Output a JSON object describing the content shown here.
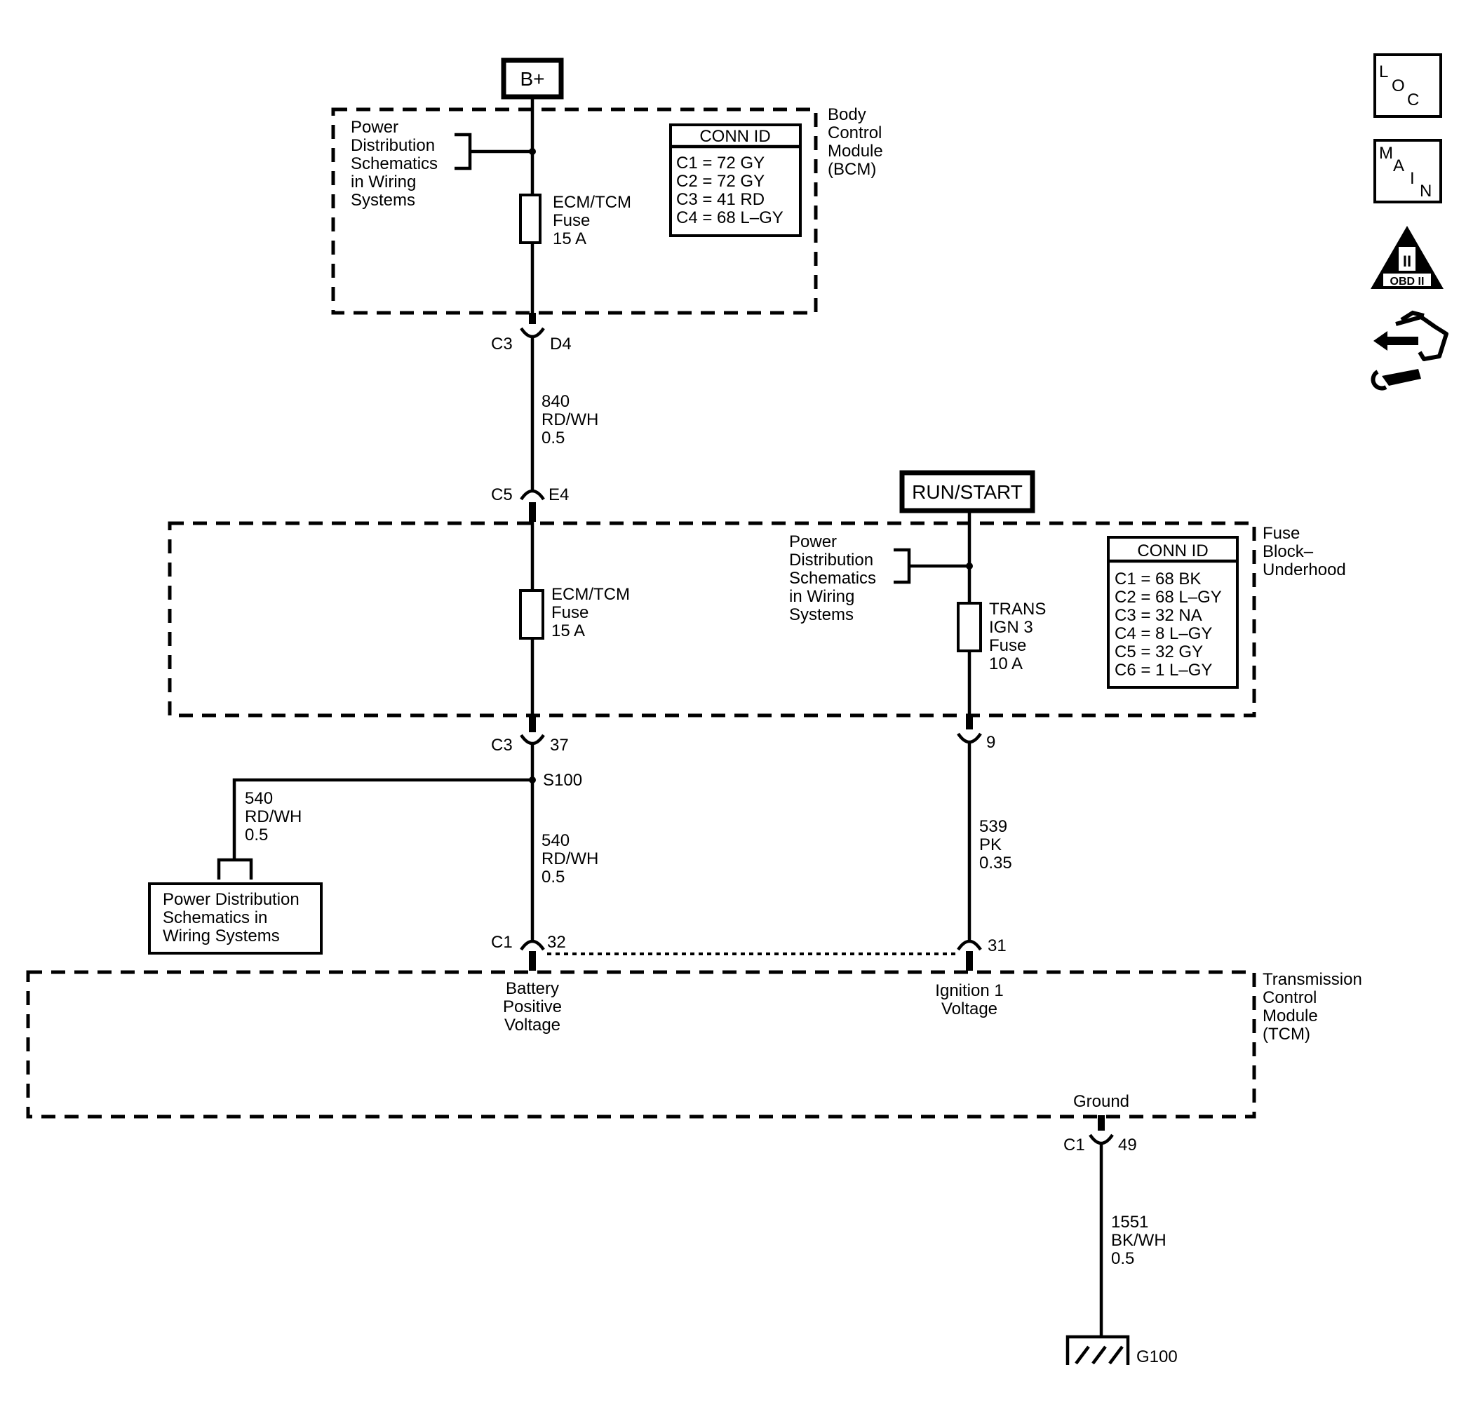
{
  "power_sources": {
    "bplus": "B+",
    "run_start": "RUN/START"
  },
  "bcm": {
    "name": [
      "Body",
      "Control",
      "Module",
      "(BCM)"
    ],
    "pd_ref": [
      "Power",
      "Distribution",
      "Schematics",
      "in Wiring",
      "Systems"
    ],
    "fuse": [
      "ECM/TCM",
      "Fuse",
      "15 A"
    ],
    "conn_id": {
      "title": "CONN ID",
      "rows": [
        "C1 = 72 GY",
        "C2 = 72 GY",
        "C3 = 41 RD",
        "C4 = 68 L–GY"
      ]
    }
  },
  "fuse_block": {
    "name": [
      "Fuse",
      "Block–",
      "Underhood"
    ],
    "pd_ref": [
      "Power",
      "Distribution",
      "Schematics",
      "in Wiring",
      "Systems"
    ],
    "fuse_ecm": [
      "ECM/TCM",
      "Fuse",
      "15 A"
    ],
    "fuse_trans": [
      "TRANS",
      "IGN 3",
      "Fuse",
      "10 A"
    ],
    "conn_id": {
      "title": "CONN ID",
      "rows": [
        "C1 = 68 BK",
        "C2 = 68 L–GY",
        "C3 = 32 NA",
        "C4 = 8 L–GY",
        "C5 = 32 GY",
        "C6 = 1 L–GY"
      ]
    }
  },
  "tcm": {
    "name": [
      "Transmission",
      "Control",
      "Module",
      "(TCM)"
    ],
    "battery_label": [
      "Battery",
      "Positive",
      "Voltage"
    ],
    "ignition_label": [
      "Ignition 1",
      "Voltage"
    ],
    "ground_label": "Ground"
  },
  "connectors": {
    "bcm_out": {
      "conn": "C3",
      "pin": "D4"
    },
    "fb_in": {
      "conn": "C5",
      "pin": "E4"
    },
    "fb_out_ecm": {
      "conn": "C3",
      "pin": "37"
    },
    "fb_out_trans": {
      "pin": "9"
    },
    "tcm_batt": {
      "conn": "C1",
      "pin": "32"
    },
    "tcm_ign": {
      "pin": "31"
    },
    "tcm_gnd": {
      "conn": "C1",
      "pin": "49"
    }
  },
  "wires": {
    "w840": [
      "840",
      "RD/WH",
      "0.5"
    ],
    "w540_branch": [
      "540",
      "RD/WH",
      "0.5"
    ],
    "w540_main": [
      "540",
      "RD/WH",
      "0.5"
    ],
    "w539": [
      "539",
      "PK",
      "0.35"
    ],
    "w1551": [
      "1551",
      "BK/WH",
      "0.5"
    ]
  },
  "splice": "S100",
  "ground": "G100",
  "pd_box": [
    "Power Distribution",
    "Schematics in",
    "Wiring Systems"
  ],
  "side_icons": {
    "loc": [
      "L",
      "O",
      "C"
    ],
    "main": [
      "M",
      "A",
      "I",
      "N"
    ],
    "obd": {
      "numeral": "II",
      "label": "OBD II"
    }
  }
}
